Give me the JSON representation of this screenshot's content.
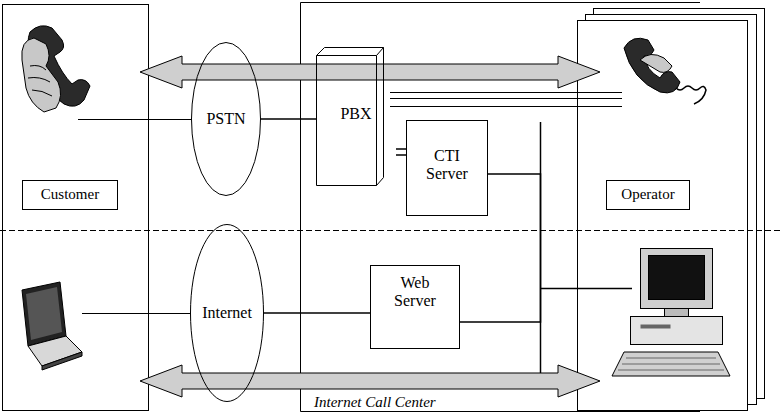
{
  "diagram": {
    "nodes": [
      {
        "text": [
          "Customer"
        ]
      },
      {
        "text": [
          "PSTN"
        ]
      },
      {
        "text": [
          "Internet"
        ]
      },
      {
        "text": [
          "Internet Call Center"
        ]
      },
      {
        "text": [
          "PBX"
        ],
        "in": 3
      },
      {
        "text": [
          "CTI Server"
        ],
        "in": 3
      },
      {
        "text": [
          "Web Server"
        ],
        "in": 3
      },
      {
        "text": [
          "Operator"
        ]
      }
    ],
    "edges": [
      {
        "from": 1,
        "to": 4,
        "arrow": "none"
      },
      {
        "from": 2,
        "to": 6,
        "arrow": "none"
      },
      {
        "from": 4,
        "to": 5,
        "arrow": "none"
      },
      {
        "from": 5,
        "to": 6,
        "arrow": "none"
      }
    ]
  }
}
